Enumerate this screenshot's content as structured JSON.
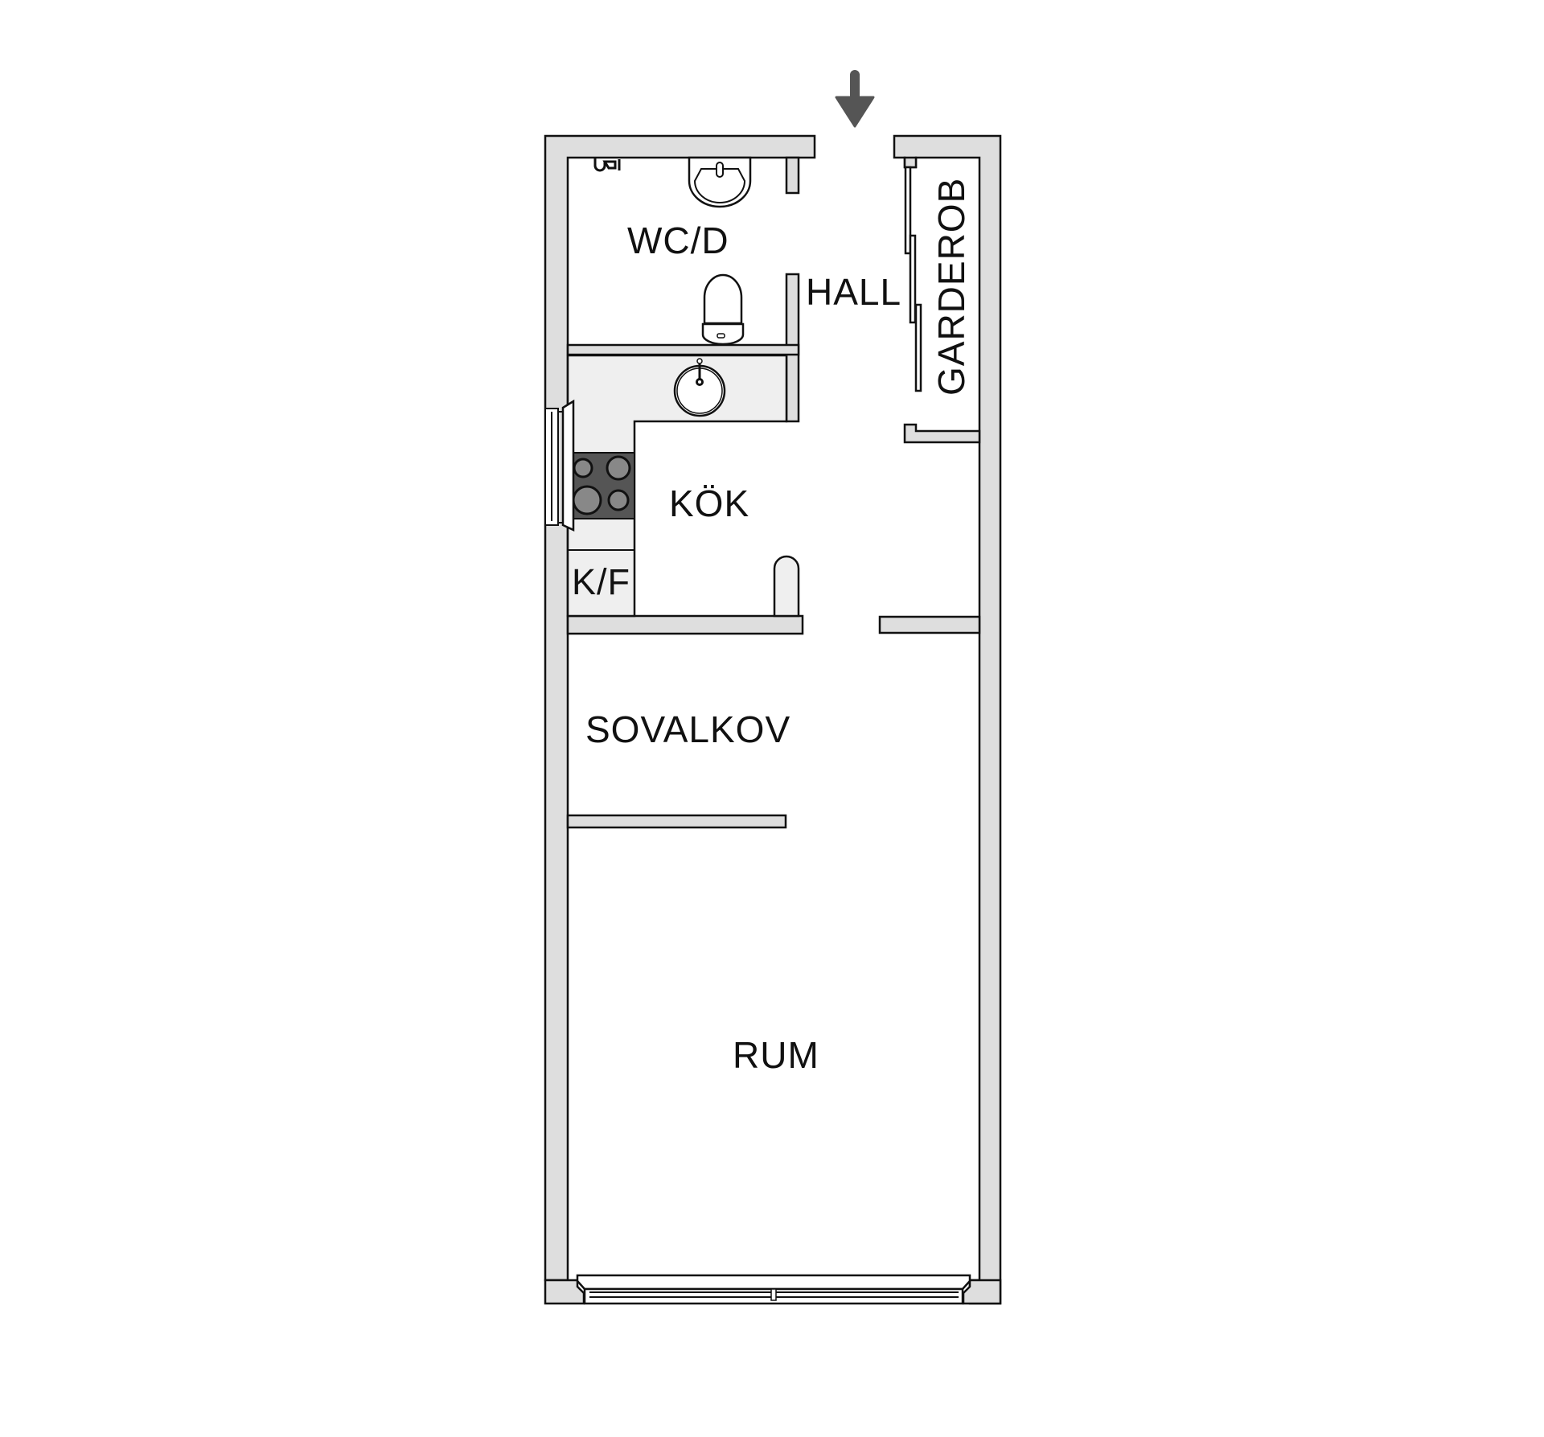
{
  "plan": {
    "entrance_arrow": {
      "icon": "arrow-down-icon",
      "color": "#555555"
    },
    "colors": {
      "wall_fill": "#dedede",
      "wall_stroke": "#111111",
      "counter_fill": "#efefef",
      "stove_fill": "#555555",
      "background": "#ffffff"
    },
    "rooms": {
      "wc": {
        "label": "WC/D"
      },
      "hall": {
        "label": "HALL"
      },
      "garderob": {
        "label": "GARDEROB"
      },
      "kok": {
        "label": "KÖK"
      },
      "kf": {
        "label": "K/F"
      },
      "sovalkov": {
        "label": "SOVALKOV"
      },
      "rum": {
        "label": "RUM"
      }
    },
    "fixtures": [
      "shower-mixer",
      "wc-sink",
      "toilet",
      "kitchen-sink",
      "stove",
      "fridge-freezer",
      "wardrobe-sliding-doors",
      "kitchen-window",
      "living-room-window"
    ]
  }
}
